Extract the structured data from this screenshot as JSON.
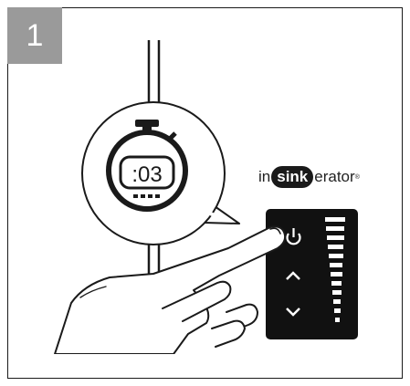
{
  "step": {
    "number": "1"
  },
  "timer": {
    "display": ":03"
  },
  "brand": {
    "prefix": "in",
    "highlight": "sink",
    "suffix": "erator",
    "mark": "®"
  },
  "panel": {
    "buttons": [
      "power-icon",
      "chevron-up-icon",
      "chevron-down-icon"
    ],
    "level_bars": 12
  },
  "colors": {
    "badge": "#9a9a9a",
    "panel": "#111111",
    "line": "#1a1a1a"
  }
}
